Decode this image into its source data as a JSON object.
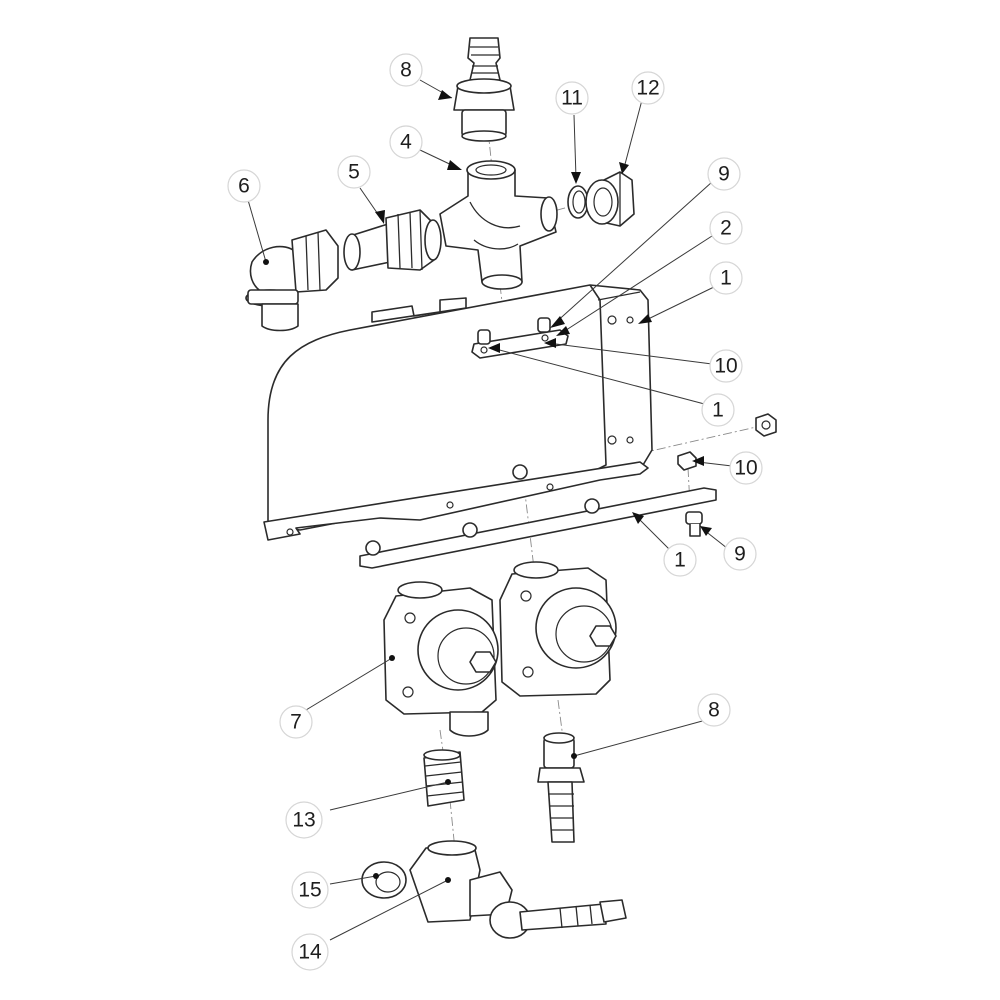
{
  "labels": {
    "p8_top": "8",
    "p11": "11",
    "p12": "12",
    "p4": "4",
    "p6": "6",
    "p5": "5",
    "p9_top": "9",
    "p2": "2",
    "p1_top": "1",
    "p10_mid": "10",
    "p1_mid": "1",
    "p10_right": "10",
    "p9_bottom": "9",
    "p1_bottom": "1",
    "p7": "7",
    "p8_bottom": "8",
    "p13": "13",
    "p15": "15",
    "p14": "14"
  }
}
